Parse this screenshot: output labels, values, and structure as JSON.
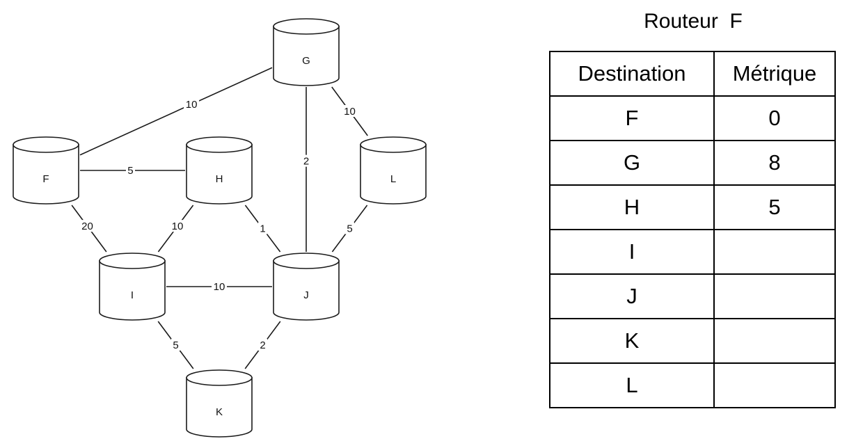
{
  "network": {
    "nodes": [
      {
        "id": "G",
        "label": "G"
      },
      {
        "id": "F",
        "label": "F"
      },
      {
        "id": "H",
        "label": "H"
      },
      {
        "id": "L",
        "label": "L"
      },
      {
        "id": "I",
        "label": "I"
      },
      {
        "id": "J",
        "label": "J"
      },
      {
        "id": "K",
        "label": "K"
      }
    ],
    "links": [
      {
        "from": "F",
        "to": "G",
        "weight": "10"
      },
      {
        "from": "G",
        "to": "L",
        "weight": "10"
      },
      {
        "from": "G",
        "to": "J",
        "weight": "2"
      },
      {
        "from": "F",
        "to": "H",
        "weight": "5"
      },
      {
        "from": "F",
        "to": "I",
        "weight": "20"
      },
      {
        "from": "H",
        "to": "I",
        "weight": "10"
      },
      {
        "from": "H",
        "to": "J",
        "weight": "1"
      },
      {
        "from": "L",
        "to": "J",
        "weight": "5"
      },
      {
        "from": "I",
        "to": "J",
        "weight": "10"
      },
      {
        "from": "I",
        "to": "K",
        "weight": "5"
      },
      {
        "from": "J",
        "to": "K",
        "weight": "2"
      }
    ]
  },
  "routing_table": {
    "title": "Routeur  F",
    "headers": {
      "destination": "Destination",
      "metric": "Métrique"
    },
    "rows": [
      {
        "destination": "F",
        "metric": "0"
      },
      {
        "destination": "G",
        "metric": "8"
      },
      {
        "destination": "H",
        "metric": "5"
      },
      {
        "destination": "I",
        "metric": ""
      },
      {
        "destination": "J",
        "metric": ""
      },
      {
        "destination": "K",
        "metric": ""
      },
      {
        "destination": "L",
        "metric": ""
      }
    ]
  }
}
